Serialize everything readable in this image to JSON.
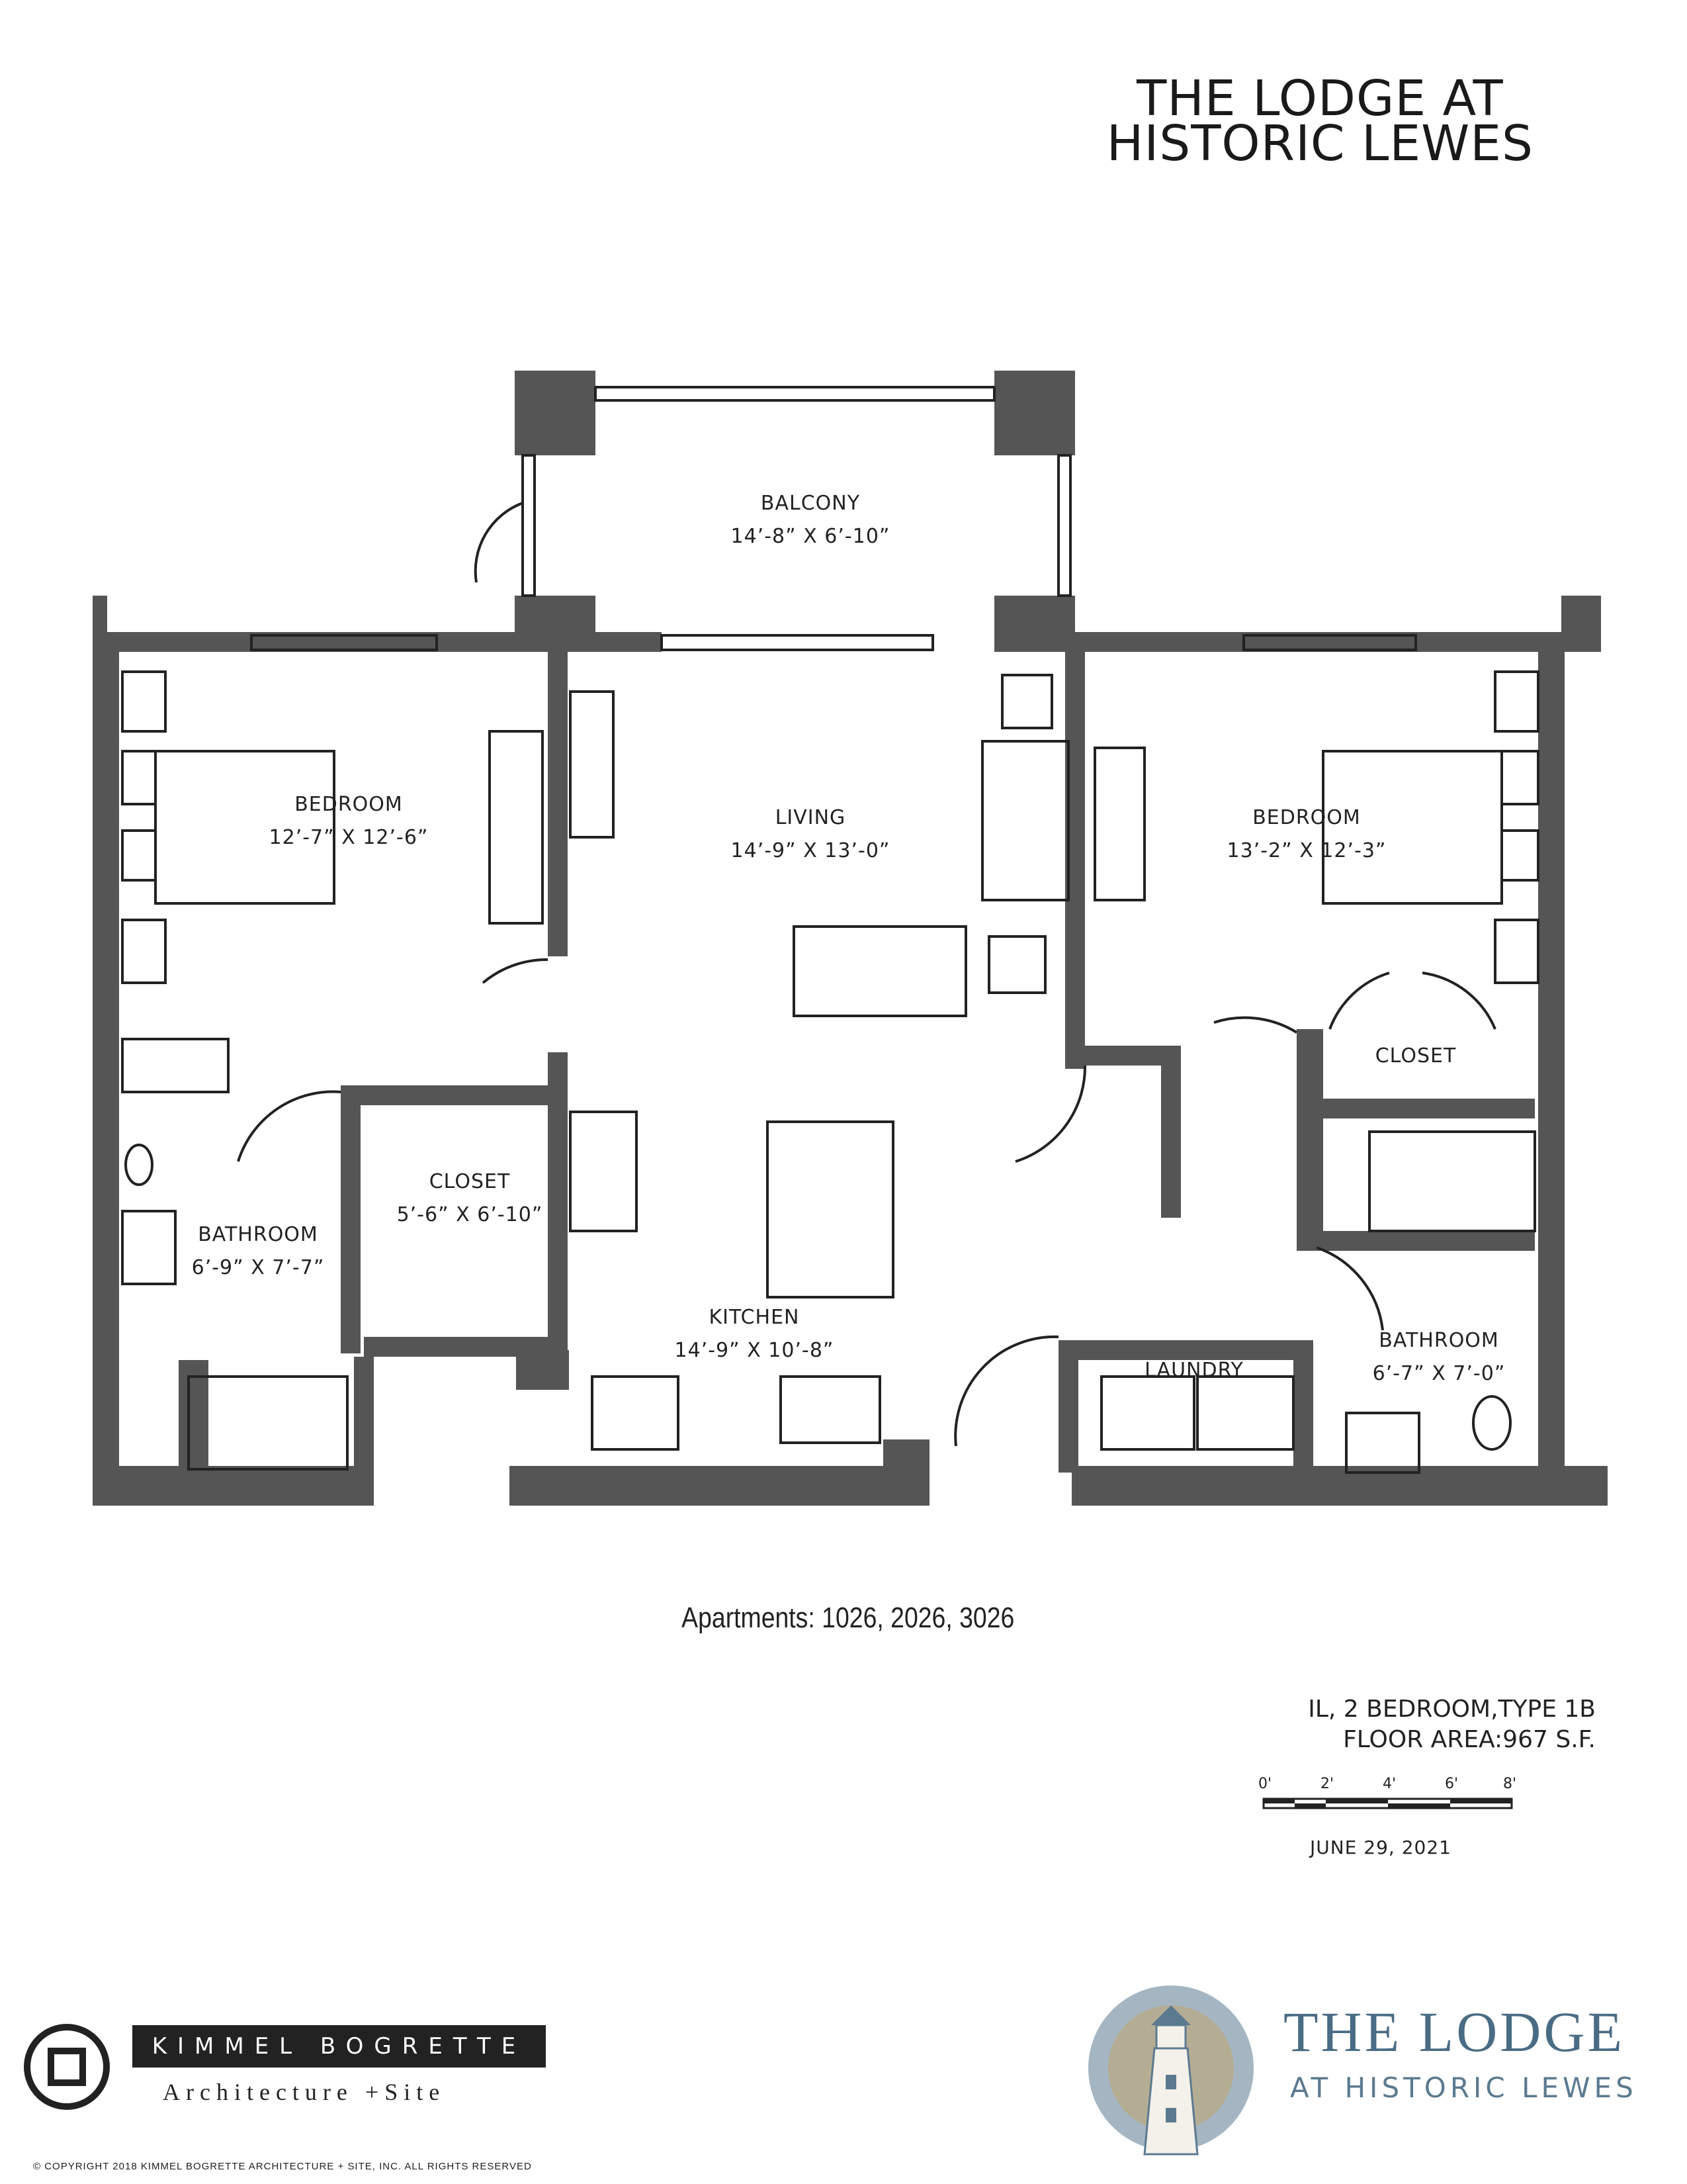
{
  "header": {
    "title_line1": "THE LODGE AT",
    "title_line2": "HISTORIC LEWES"
  },
  "rooms": {
    "balcony": {
      "name": "BALCONY",
      "size": "14’-8” X 6’-10”"
    },
    "living": {
      "name": "LIVING",
      "size": "14’-9” X 13’-0”"
    },
    "bedroom_left": {
      "name": "BEDROOM",
      "size": "12’-7” X 12’-6”"
    },
    "bedroom_right": {
      "name": "BEDROOM",
      "size": "13’-2” X 12’-3”"
    },
    "closet_left": {
      "name": "CLOSET",
      "size": "5’-6” X 6’-10”"
    },
    "closet_right": {
      "name": "CLOSET"
    },
    "bathroom_left": {
      "name": "BATHROOM",
      "size": "6’-9” X 7’-7”"
    },
    "bathroom_right": {
      "name": "BATHROOM",
      "size": "6’-7” X 7’-0”"
    },
    "kitchen": {
      "name": "KITCHEN",
      "size": "14’-9” X 10’-8”"
    },
    "laundry": {
      "name": "LAUNDRY"
    }
  },
  "apartments": "Apartments: 1026, 2026, 3026",
  "unit_info": {
    "type_line": "IL, 2 BEDROOM,TYPE 1B",
    "area_line": "FLOOR AREA:967 S.F."
  },
  "scale_bar": {
    "ticks": [
      "0'",
      "2'",
      "4'",
      "6'",
      "8'"
    ]
  },
  "date": "JUNE 29, 2021",
  "firm": {
    "name": "KIMMEL BOGRETTE",
    "tagline": "Architecture +Site",
    "copyright": "©   COPYRIGHT  2018 KIMMEL BOGRETTE ARCHITECTURE + SITE, INC. ALL RIGHTS RESERVED"
  },
  "community_logo": {
    "title": "THE LODGE",
    "subtitle": "AT HISTORIC LEWES",
    "colors": {
      "primary": "#4a6c84",
      "accent": "#c9a25a"
    }
  },
  "colors": {
    "wall": "#555555",
    "ink": "#222222"
  }
}
